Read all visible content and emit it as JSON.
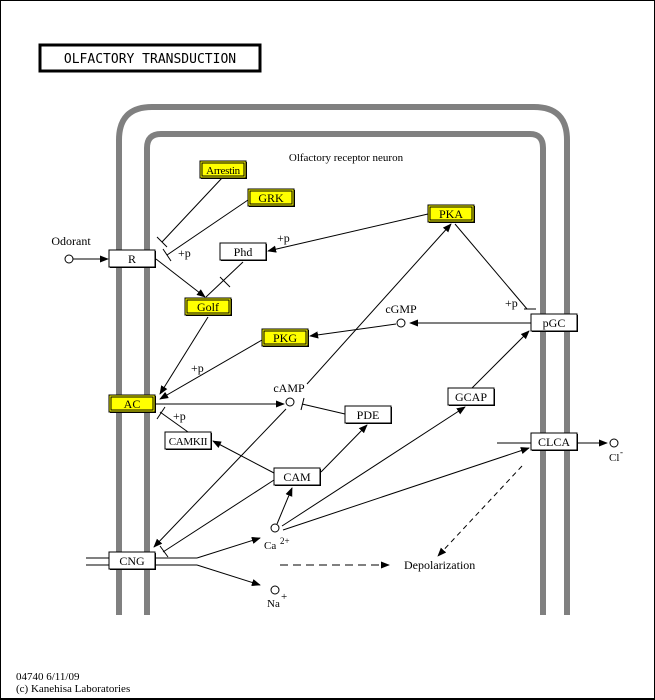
{
  "title": "OLFACTORY TRANSDUCTION",
  "cell_label": "Olfactory receptor neuron",
  "colors": {
    "membrane": "#808080",
    "highlight": "#ffff00",
    "line": "#000000"
  },
  "nodes": [
    {
      "id": "Arrestin",
      "label": "Arrestin",
      "highlighted": true
    },
    {
      "id": "GRK",
      "label": "GRK",
      "highlighted": true
    },
    {
      "id": "R",
      "label": "R",
      "highlighted": false
    },
    {
      "id": "Phd",
      "label": "Phd",
      "highlighted": false
    },
    {
      "id": "Golf",
      "label": "Golf",
      "highlighted": true
    },
    {
      "id": "PKA",
      "label": "PKA",
      "highlighted": true
    },
    {
      "id": "pGC",
      "label": "pGC",
      "highlighted": false
    },
    {
      "id": "PKG",
      "label": "PKG",
      "highlighted": true
    },
    {
      "id": "AC",
      "label": "AC",
      "highlighted": true
    },
    {
      "id": "PDE",
      "label": "PDE",
      "highlighted": false
    },
    {
      "id": "CAMKII",
      "label": "CAMKII",
      "highlighted": false
    },
    {
      "id": "GCAP",
      "label": "GCAP",
      "highlighted": false
    },
    {
      "id": "CLCA",
      "label": "CLCA",
      "highlighted": false
    },
    {
      "id": "CAM",
      "label": "CAM",
      "highlighted": false
    },
    {
      "id": "CNG",
      "label": "CNG",
      "highlighted": false
    }
  ],
  "compounds": [
    {
      "id": "odorant",
      "label": "Odorant"
    },
    {
      "id": "cGMP",
      "label": "cGMP"
    },
    {
      "id": "cAMP",
      "label": "cAMP"
    },
    {
      "id": "Ca",
      "label": "Ca",
      "superscript": "2+"
    },
    {
      "id": "Na",
      "label": "Na",
      "superscript": "+"
    },
    {
      "id": "Cl",
      "label": "Cl",
      "superscript": "-"
    }
  ],
  "annotations": {
    "plus_p": "+p",
    "depolarization": "Depolarization"
  },
  "footer": {
    "map_id_date": "04740 6/11/09",
    "copyright": "(c) Kanehisa Laboratories"
  }
}
